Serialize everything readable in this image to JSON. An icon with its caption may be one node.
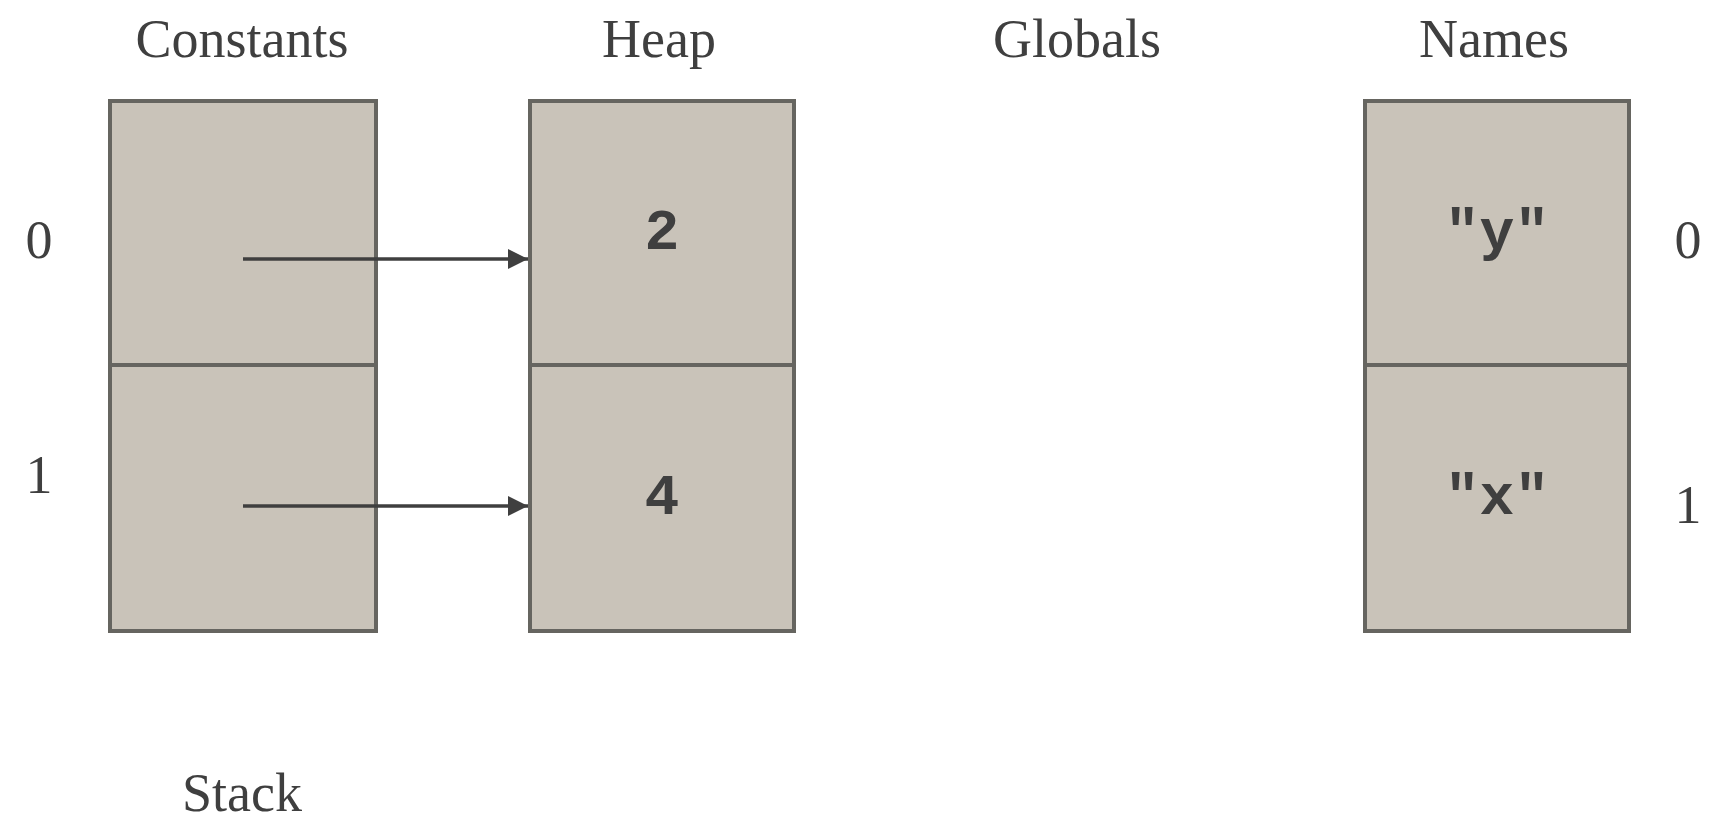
{
  "diagram": {
    "nodes": [
      {
        "text": [],
        "shape": "box"
      },
      {
        "text": [],
        "shape": "box"
      },
      {
        "text": [
          "2"
        ]
      },
      {
        "text": [
          "4"
        ]
      },
      {
        "text": [
          "\"y\""
        ]
      },
      {
        "text": [
          "\"x\""
        ]
      }
    ],
    "edges": [
      {
        "from": 0,
        "to": 2,
        "arrow": "to"
      },
      {
        "from": 1,
        "to": 3,
        "arrow": "to"
      }
    ],
    "labels": [
      "Constants",
      "Heap",
      "Globals",
      "Names",
      "0",
      "0",
      "1",
      "1",
      "Stack"
    ]
  }
}
